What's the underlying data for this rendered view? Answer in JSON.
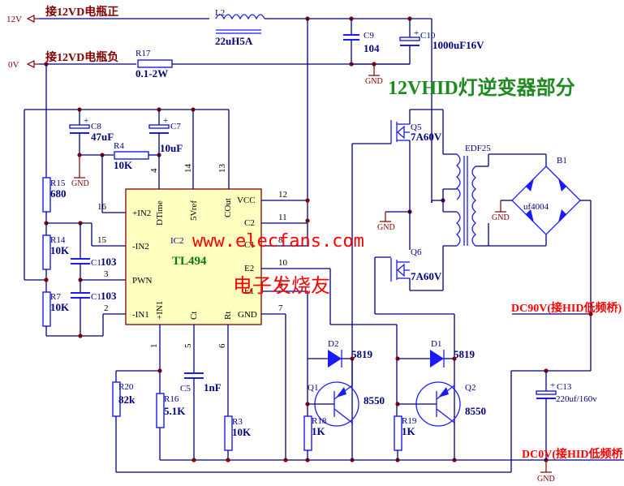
{
  "title": "12VHID灯逆变器部分",
  "watermark": {
    "url": "www.elecfans.com",
    "cn": "电子发烧友"
  },
  "ports": {
    "p12v": {
      "label": "12V",
      "note": "接12VD电瓶正"
    },
    "p0v": {
      "label": "0V",
      "note": "接12VD电瓶负"
    }
  },
  "outputs": {
    "dc90": "DC90V(接HID低频桥)",
    "dc0": "DC0V(接HID低频桥"
  },
  "gnd_label": "GND",
  "ic": {
    "ref": "IC2",
    "part": "TL494",
    "pins_left": [
      {
        "num": "16",
        "name": "+IN2"
      },
      {
        "num": "15",
        "name": "-IN2"
      },
      {
        "num": "3",
        "name": "PWN"
      },
      {
        "num": "2",
        "name": "-IN1"
      }
    ],
    "pins_right": [
      {
        "num": "12",
        "name": "VCC"
      },
      {
        "num": "11",
        "name": "C2"
      },
      {
        "num": "8",
        "name": "C1"
      },
      {
        "num": "10",
        "name": "E2"
      },
      {
        "num": "9",
        "name": "E1"
      },
      {
        "num": "7",
        "name": "GND"
      }
    ],
    "pins_top": [
      {
        "num": "4",
        "name": "DTime"
      },
      {
        "num": "14",
        "name": "5Vref"
      },
      {
        "num": "13",
        "name": "COut"
      }
    ],
    "pins_bottom": [
      {
        "num": "1",
        "name": "+IN1"
      },
      {
        "num": "5",
        "name": "Ct"
      },
      {
        "num": "6",
        "name": "Rt"
      }
    ]
  },
  "components": {
    "L2": {
      "ref": "L2",
      "value": "22uH5A"
    },
    "R17": {
      "ref": "R17",
      "value": "0.1-2W"
    },
    "C9": {
      "ref": "C9",
      "value": "104"
    },
    "C10": {
      "ref": "C10",
      "value": "1000uF16V"
    },
    "C8": {
      "ref": "C8",
      "value": "47uF"
    },
    "C7": {
      "ref": "C7",
      "value": "10uF"
    },
    "R4": {
      "ref": "R4",
      "value": "10K"
    },
    "R15": {
      "ref": "R15",
      "value": "680"
    },
    "R14": {
      "ref": "R14",
      "value": "10K"
    },
    "R7": {
      "ref": "R7",
      "value": "10K"
    },
    "C11": {
      "ref": "C1",
      "value": "103"
    },
    "C12": {
      "ref": "C1",
      "value": "103"
    },
    "R20": {
      "ref": "R20",
      "value": "82k"
    },
    "R16": {
      "ref": "R16",
      "value": "5.1K"
    },
    "C5": {
      "ref": "C5",
      "value": "1nF"
    },
    "R3": {
      "ref": "R3",
      "value": "10K"
    },
    "Q5": {
      "ref": "Q5",
      "value": "7A60V"
    },
    "Q6": {
      "ref": "Q6",
      "value": "7A60V"
    },
    "T1": {
      "ref": "EDF25"
    },
    "B1": {
      "ref": "B1",
      "value": "uf4004"
    },
    "D2": {
      "ref": "D2",
      "value": "5819"
    },
    "D1": {
      "ref": "D1",
      "value": "5819"
    },
    "Q1": {
      "ref": "Q1",
      "value": "8550"
    },
    "Q2": {
      "ref": "Q2",
      "value": "8550"
    },
    "R18": {
      "ref": "R18",
      "value": "1K"
    },
    "R19": {
      "ref": "R19",
      "value": "1K"
    },
    "C13": {
      "ref": "C13",
      "value": "220uf/160v"
    }
  }
}
